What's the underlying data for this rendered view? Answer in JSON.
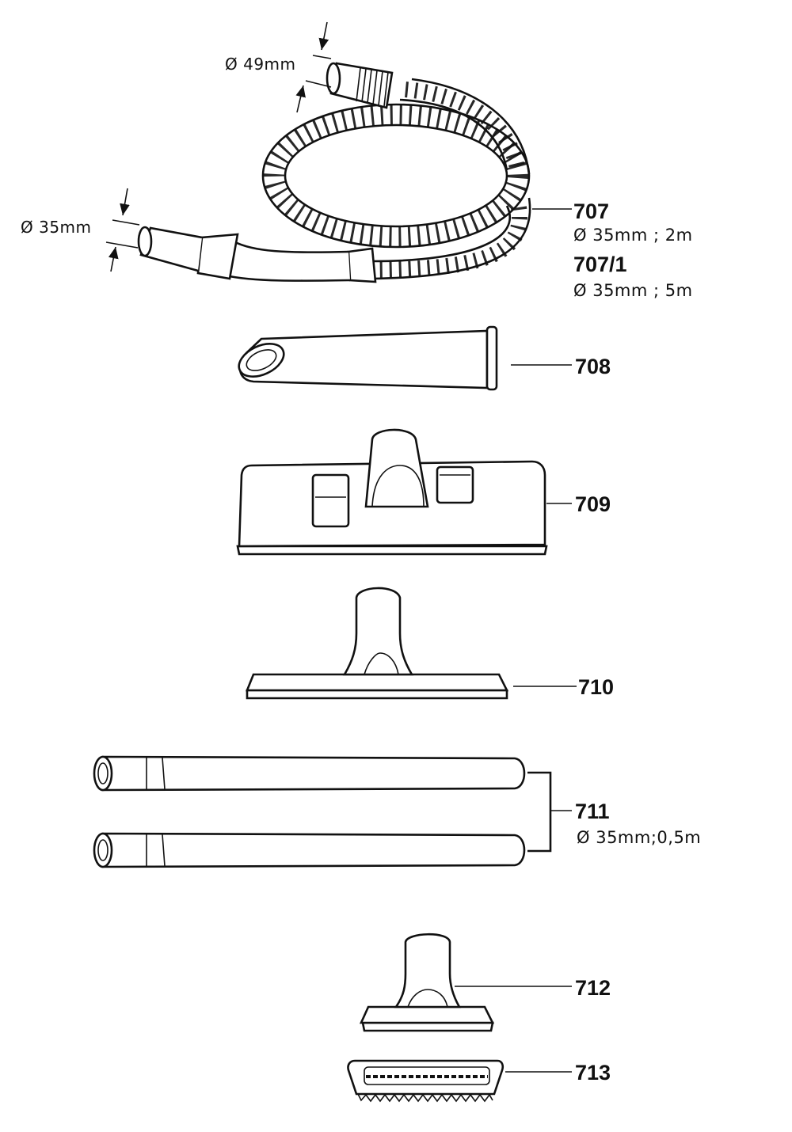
{
  "parts": [
    {
      "id": "hose",
      "number": "707",
      "spec": "Ø 35mm ; 2m"
    },
    {
      "id": "hose-long",
      "number": "707/1",
      "spec": "Ø 35mm ; 5m"
    },
    {
      "id": "crevice-nozzle",
      "number": "708"
    },
    {
      "id": "floor-nozzle",
      "number": "709"
    },
    {
      "id": "wet-nozzle",
      "number": "710"
    },
    {
      "id": "extension-tubes",
      "number": "711",
      "spec": "Ø 35mm;0,5m"
    },
    {
      "id": "upholstery-nozzle",
      "number": "712"
    },
    {
      "id": "brush-insert",
      "number": "713"
    }
  ],
  "dimensions": {
    "hose_large_end": "Ø 49mm",
    "hose_small_end": "Ø 35mm"
  }
}
